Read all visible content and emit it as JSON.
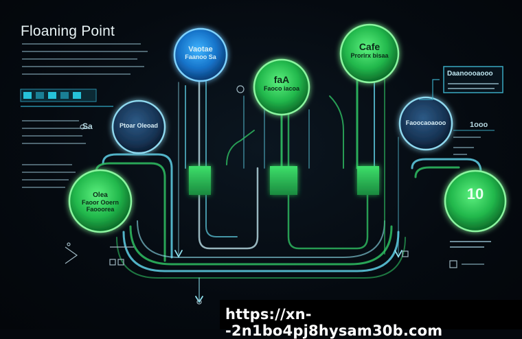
{
  "header": {
    "title": "Floaning Point"
  },
  "nodes": {
    "top_blue": {
      "line1": "Vaotae",
      "line2": "Faanoo Sa"
    },
    "center_green": {
      "line1": "faA",
      "line2": "Faoco iacoa"
    },
    "top_green": {
      "line1": "Cafe",
      "line2": "Prorirx bisaa"
    },
    "left_dark": {
      "line1": "Ptoar Oleoad"
    },
    "right_dark": {
      "line1": "Faoocaoaooo"
    },
    "left_green": {
      "line1": "Olea",
      "line2": "Faoor Ooern",
      "line3": "Faooorea"
    },
    "right_green": {
      "value": "10"
    }
  },
  "side_labels": {
    "left_mid": "Sa",
    "right_box": "Daanoooaooo",
    "right_mid": "1ooo"
  },
  "footer": {
    "url": "https://xn--2n1bo4pj8hysam30b.com"
  },
  "colors": {
    "accent_green": "#33e06a",
    "accent_blue": "#1f8fe0",
    "line_cyan": "#5fd0e6",
    "background": "#050a10"
  }
}
